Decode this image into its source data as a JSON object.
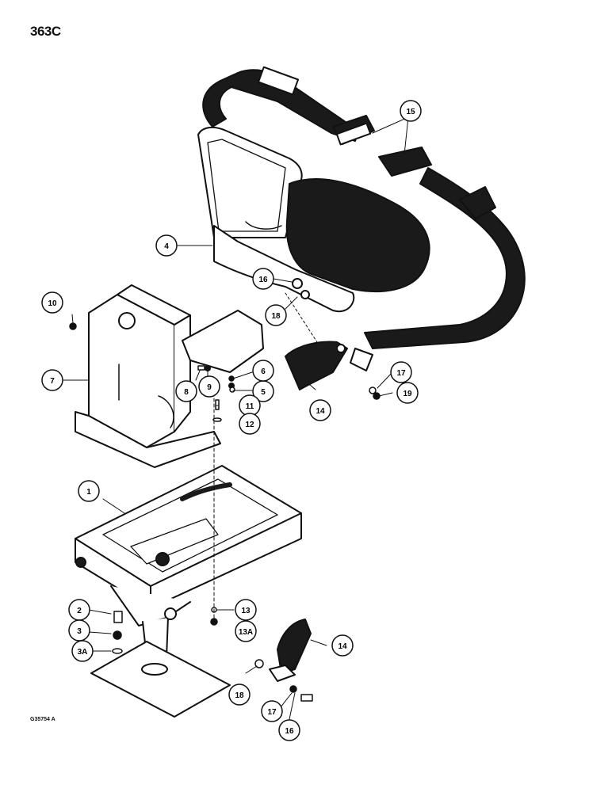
{
  "page_number": "363C",
  "figure_code": "G35754 A",
  "colors": {
    "ink": "#111111",
    "paper": "#ffffff",
    "fill_dark": "#1a1a1a"
  },
  "callouts": [
    {
      "id": "c1",
      "label": "1"
    },
    {
      "id": "c2",
      "label": "2"
    },
    {
      "id": "c3",
      "label": "3"
    },
    {
      "id": "c3a",
      "label": "3A"
    },
    {
      "id": "c4",
      "label": "4"
    },
    {
      "id": "c5",
      "label": "5"
    },
    {
      "id": "c6",
      "label": "6"
    },
    {
      "id": "c7",
      "label": "7"
    },
    {
      "id": "c8",
      "label": "8"
    },
    {
      "id": "c9",
      "label": "9"
    },
    {
      "id": "c10",
      "label": "10"
    },
    {
      "id": "c11",
      "label": "11"
    },
    {
      "id": "c12",
      "label": "12"
    },
    {
      "id": "c13",
      "label": "13"
    },
    {
      "id": "c13a",
      "label": "13A"
    },
    {
      "id": "c14a",
      "label": "14"
    },
    {
      "id": "c14b",
      "label": "14"
    },
    {
      "id": "c15",
      "label": "15"
    },
    {
      "id": "c16a",
      "label": "16"
    },
    {
      "id": "c16b",
      "label": "16"
    },
    {
      "id": "c17a",
      "label": "17"
    },
    {
      "id": "c17b",
      "label": "17"
    },
    {
      "id": "c18a",
      "label": "18"
    },
    {
      "id": "c18b",
      "label": "18"
    },
    {
      "id": "c19",
      "label": "19"
    }
  ]
}
